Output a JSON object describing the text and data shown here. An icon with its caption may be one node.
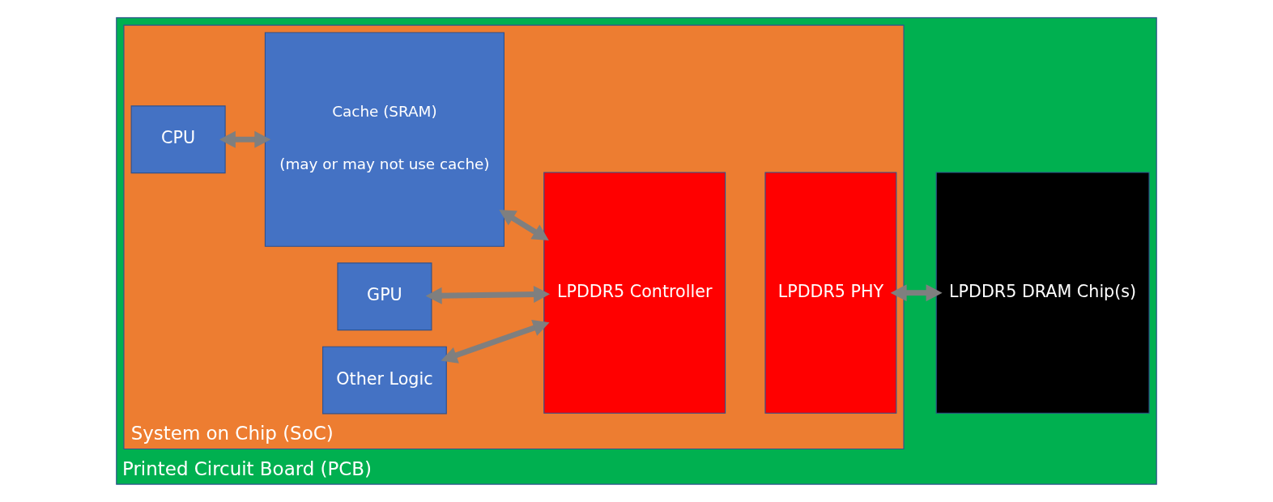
{
  "diagram": {
    "nodes": [
      {
        "text": [
          "Printed Circuit Board (PCB)"
        ]
      },
      {
        "text": [
          "System on Chip (SoC)"
        ],
        "in": 0
      },
      {
        "text": [
          "CPU"
        ],
        "in": 1
      },
      {
        "text": [
          "Cache (SRAM)",
          "(may or may not use cache)"
        ],
        "in": 1
      },
      {
        "text": [
          "GPU"
        ],
        "in": 1
      },
      {
        "text": [
          "Other Logic"
        ],
        "in": 1
      },
      {
        "text": [
          "LPDDR5 Controller"
        ],
        "in": 1
      },
      {
        "text": [
          "LPDDR5 PHY"
        ],
        "in": 1
      },
      {
        "text": [
          "LPDDR5 DRAM Chip(s)"
        ],
        "in": 0
      }
    ],
    "edges": [
      {
        "from": 2,
        "to": 3,
        "arrow": "both"
      },
      {
        "from": 3,
        "to": 6,
        "arrow": "both"
      },
      {
        "from": 4,
        "to": 6,
        "arrow": "both"
      },
      {
        "from": 5,
        "to": 6,
        "arrow": "both"
      },
      {
        "from": 7,
        "to": 8,
        "arrow": "both"
      }
    ]
  }
}
